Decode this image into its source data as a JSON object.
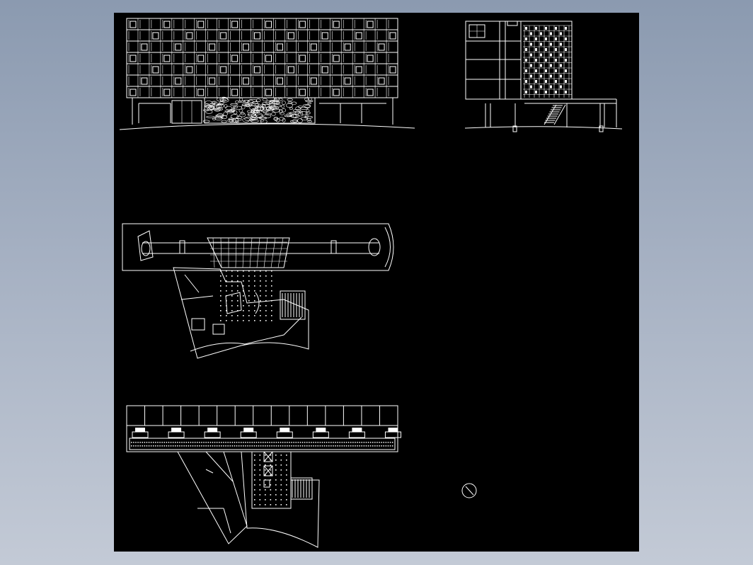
{
  "app": {
    "background_color": "#000000",
    "line_color": "#ffffff",
    "window_gradient_top": "#8b9ab0",
    "window_gradient_bottom": "#c3cad6"
  },
  "drawings": {
    "front_elevation": "south-elevation",
    "side_elevation": "east-elevation",
    "ground_plan": "ground-floor-plan",
    "typical_plan": "typical-floor-plan",
    "north_arrow": "north-arrow-icon"
  }
}
